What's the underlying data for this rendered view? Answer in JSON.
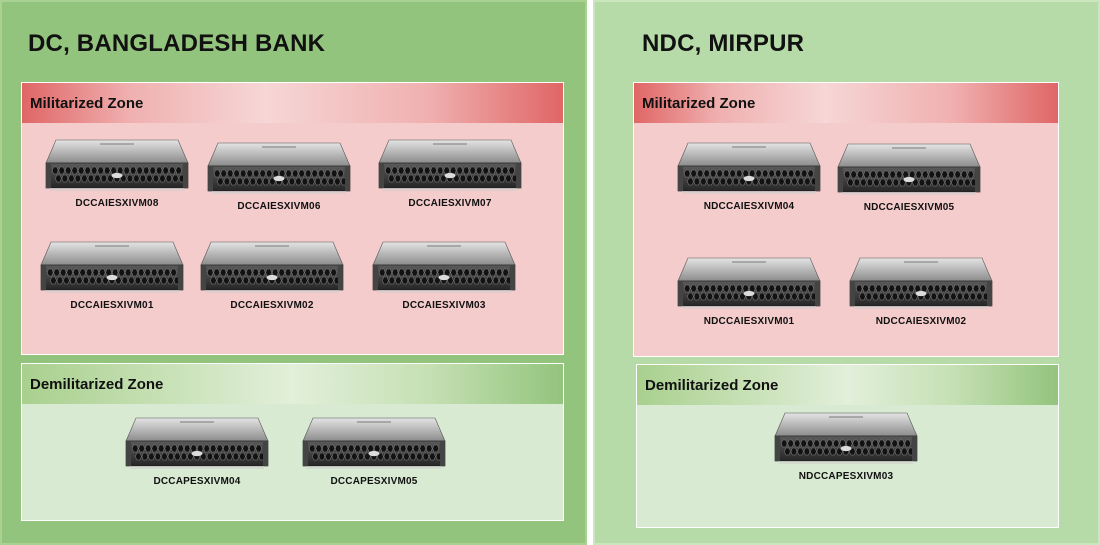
{
  "sites": {
    "dc": {
      "title": "DC, BANGLADESH BANK",
      "militarized": {
        "label": "Militarized Zone",
        "servers": [
          "DCCAIESXIVM08",
          "DCCAIESXIVM06",
          "DCCAIESXIVM07",
          "DCCAIESXIVM01",
          "DCCAIESXIVM02",
          "DCCAIESXIVM03"
        ]
      },
      "demilitarized": {
        "label": "Demilitarized Zone",
        "servers": [
          "DCCAPESXIVM04",
          "DCCAPESXIVM05"
        ]
      }
    },
    "ndc": {
      "title": "NDC, MIRPUR",
      "militarized": {
        "label": "Militarized Zone",
        "servers": [
          "NDCCAIESXIVM04",
          "NDCCAIESXIVM05",
          "NDCCAIESXIVM01",
          "NDCCAIESXIVM02"
        ]
      },
      "demilitarized": {
        "label": "Demilitarized Zone",
        "servers": [
          "NDCCAPESXIVM03"
        ]
      }
    }
  },
  "colors": {
    "dc_background": "#93c47d",
    "ndc_background": "#b7dba8",
    "militarized_zone": "#f4cccc",
    "militarized_header": "#e06666",
    "demilitarized_zone": "#d9ead3",
    "demilitarized_header": "#a9d08e"
  },
  "icons": {
    "server": "rack-server-icon"
  }
}
